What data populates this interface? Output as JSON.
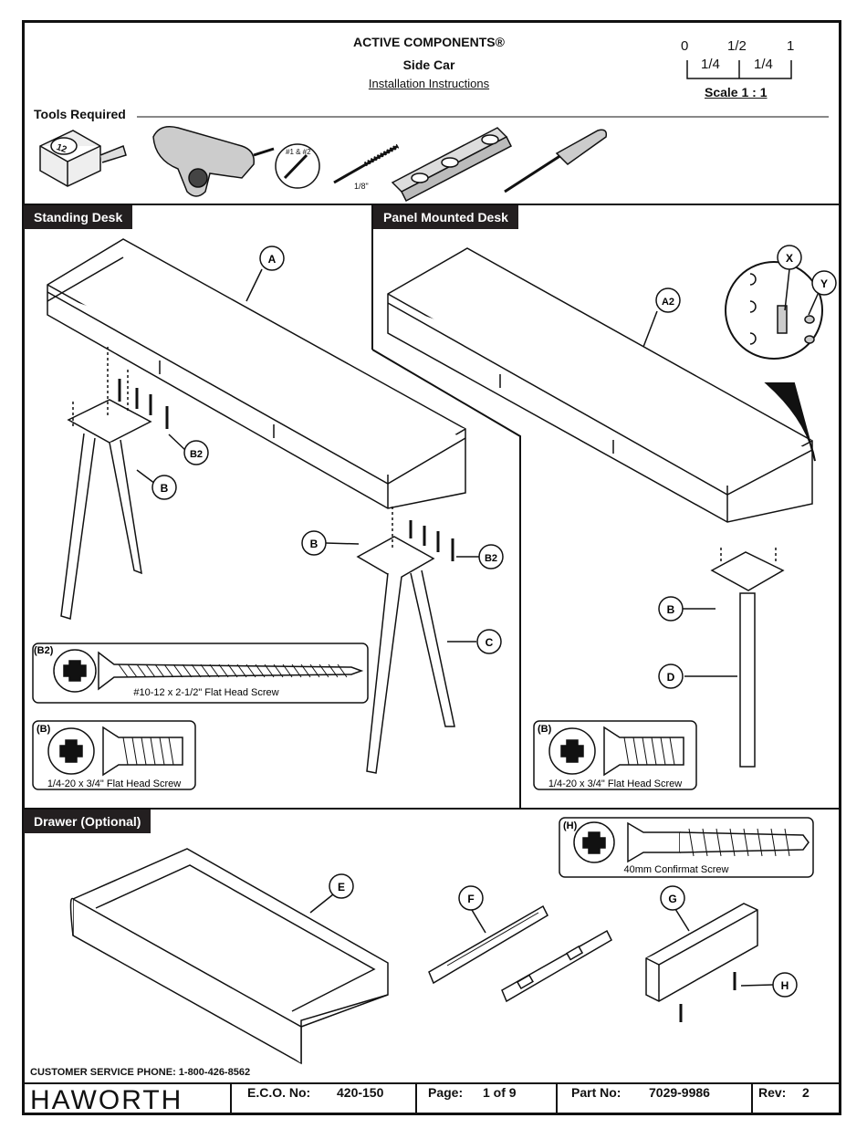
{
  "header": {
    "brand_title": "ACTIVE COMPONENTS®",
    "product": "Side Car",
    "subtitle": "Installation Instructions"
  },
  "scale": {
    "ticks": [
      "0",
      "1/2",
      "1"
    ],
    "quarters": [
      "1/4",
      "1/4"
    ],
    "label": "Scale 1 : 1"
  },
  "tools": {
    "heading": "Tools Required",
    "tape_label": "12",
    "bit_label": "#1 & #2",
    "drill_bit_size": "1/8\""
  },
  "sections": {
    "standing": "Standing Desk",
    "panel": "Panel Mounted Desk",
    "drawer": "Drawer (Optional)"
  },
  "callouts": {
    "a": "A",
    "b2_1": "B2",
    "b_1": "B",
    "b_2": "B",
    "b2_2": "B2",
    "c": "C",
    "a2": "A2",
    "x": "X",
    "y": "Y",
    "b_3": "B",
    "d": "D",
    "e": "E",
    "f": "F",
    "g": "G",
    "h": "H"
  },
  "screws": {
    "b2_tag": "(B2)",
    "b2_caption": "#10-12 x 2-1/2\" Flat Head Screw",
    "b_tag": "(B)",
    "b_caption": "1/4-20 x 3/4\" Flat Head Screw",
    "b_tag2": "(B)",
    "b_caption2": "1/4-20 x 3/4\" Flat Head Screw",
    "h_tag": "(H)",
    "h_caption": "40mm Confirmat Screw"
  },
  "footer": {
    "phone": "CUSTOMER SERVICE PHONE: 1-800-426-8562",
    "logo": "HAWORTH",
    "eco_label": "E.C.O. No:",
    "eco_value": "420-150",
    "page_label": "Page:",
    "page_value": "1 of 9",
    "part_label": "Part No:",
    "part_value": "7029-9986",
    "rev_label": "Rev:",
    "rev_value": "2"
  }
}
